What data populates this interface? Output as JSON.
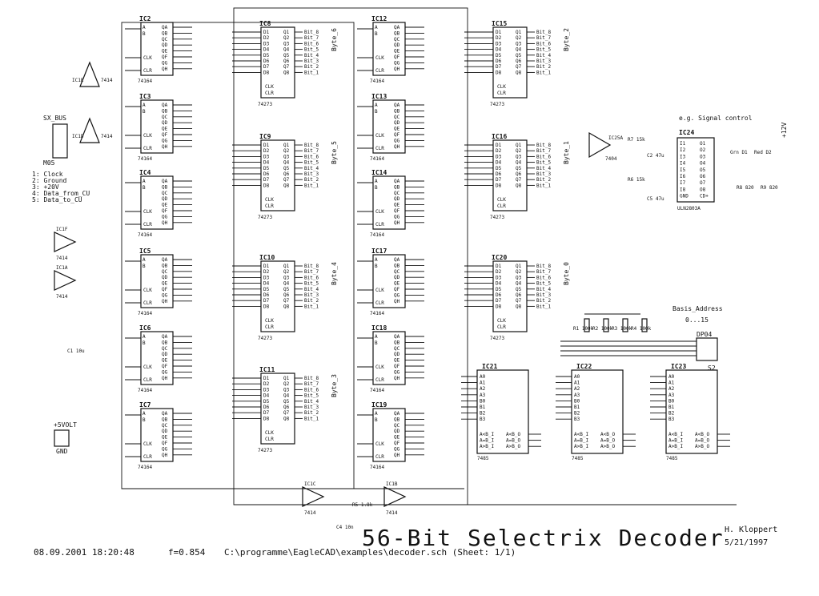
{
  "title": "56-Bit Selectrix Decoder",
  "author": "H. Kloppert",
  "date": "5/21/1997",
  "footer": {
    "timestamp": "08.09.2001 18:20:48",
    "factor": "f=0.854",
    "path": "C:\\programme\\EagleCAD\\examples\\decoder.sch (Sheet: 1/1)"
  },
  "connector": {
    "name": "SX_BUS",
    "part": "M05",
    "pins": [
      "1: Clock",
      "2: Ground",
      "3: +20V",
      "4: Data_from_CU",
      "5: Data_to_CU"
    ]
  },
  "power": {
    "label": "+5VOLT",
    "gnd": "GND"
  },
  "shift_registers": {
    "part": "74164",
    "chips": [
      "IC2",
      "IC3",
      "IC4",
      "IC5",
      "IC6",
      "IC7",
      "IC12",
      "IC13",
      "IC14",
      "IC17",
      "IC18",
      "IC19"
    ],
    "pins_left": [
      "A",
      "B",
      "CLK",
      "CLR"
    ],
    "pins_right": [
      "QA",
      "QB",
      "QC",
      "QD",
      "QE",
      "QF",
      "QG",
      "QH"
    ]
  },
  "latches": {
    "part": "74273",
    "chips": [
      "IC8",
      "IC9",
      "IC10",
      "IC11",
      "IC15",
      "IC16",
      "IC20"
    ],
    "bytes": [
      "Byte_6",
      "Byte_5",
      "Byte_4",
      "Byte_3",
      "Byte_2",
      "Byte_1",
      "Byte_0"
    ],
    "pins_left": [
      "D1",
      "D2",
      "D3",
      "D4",
      "D5",
      "D6",
      "D7",
      "D8"
    ],
    "pins_right": [
      "Q1",
      "Q2",
      "Q3",
      "Q4",
      "Q5",
      "Q6",
      "Q7",
      "Q8"
    ],
    "bits": [
      "Bit_8",
      "Bit_7",
      "Bit_6",
      "Bit_5",
      "Bit_4",
      "Bit_3",
      "Bit_2",
      "Bit_1"
    ],
    "clk": "CLK",
    "clr": "CLR"
  },
  "comparators": {
    "part": "7485",
    "chips": [
      "IC21",
      "IC22",
      "IC23"
    ],
    "pins_a": [
      "A0",
      "A1",
      "A2",
      "A3"
    ],
    "pins_b": [
      "B0",
      "B1",
      "B2",
      "B3"
    ],
    "pins_out": [
      "A<B_I",
      "A=B_I",
      "A>B_I",
      "A<B_O",
      "A=B_O",
      "A>B_O"
    ]
  },
  "inverters": {
    "part": "7414",
    "gates": [
      "IC1E",
      "IC1D",
      "IC1F",
      "IC1A",
      "IC1C",
      "IC1B"
    ]
  },
  "signal_control": {
    "heading": "e.g. Signal control",
    "gate": "IC25A",
    "gate_part": "7404",
    "driver": "IC24",
    "driver_part": "ULN2803A",
    "driver_pins_left": [
      "I1",
      "I2",
      "I3",
      "I4",
      "I5",
      "I6",
      "I7",
      "I8",
      "GND"
    ],
    "driver_pins_right": [
      "O1",
      "O2",
      "O3",
      "O4",
      "O5",
      "O6",
      "O7",
      "O8",
      "CD+"
    ],
    "supply": "+12V",
    "leds": [
      "Grn D1",
      "Red D2"
    ],
    "resistors": [
      "R7 15k",
      "R6 15k",
      "R8 820",
      "R9 820"
    ],
    "capacitors": [
      "C2 47u",
      "C5 47u"
    ]
  },
  "basis_address": {
    "heading": "Basis_Address",
    "range": "0...15",
    "switch": "DP04",
    "switch_label": "S2",
    "resistors": [
      "R1 100k",
      "R2 100k",
      "R3 100k",
      "R4 100k"
    ]
  },
  "misc": {
    "r5": "R5 1.8k",
    "c4": "C4 10n",
    "c1": "C1 10u"
  }
}
